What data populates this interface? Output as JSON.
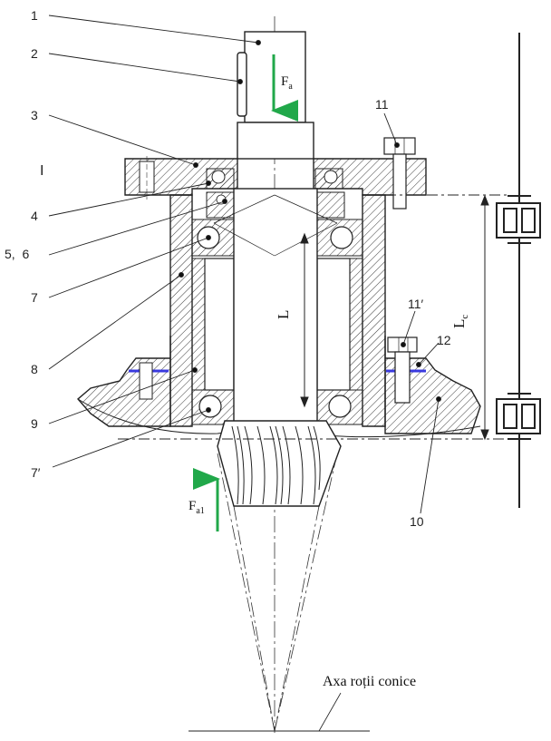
{
  "callouts": [
    {
      "id": "c1",
      "text": "1"
    },
    {
      "id": "c2",
      "text": "2"
    },
    {
      "id": "c3",
      "text": "3"
    },
    {
      "id": "c4",
      "text": "4"
    },
    {
      "id": "c56",
      "text": "5,  6"
    },
    {
      "id": "c7",
      "text": "7"
    },
    {
      "id": "c8",
      "text": "8"
    },
    {
      "id": "c9",
      "text": "9"
    },
    {
      "id": "c7p",
      "text": "7′"
    },
    {
      "id": "c10",
      "text": "10"
    },
    {
      "id": "c11",
      "text": "11"
    },
    {
      "id": "c11p",
      "text": "11′"
    },
    {
      "id": "c12",
      "text": "12"
    }
  ],
  "forces": {
    "fa_main": "F",
    "fa_sub": "a",
    "fa1_main": "F",
    "fa1_sub": "a1",
    "arrow_color": "#21a84a"
  },
  "dimensions": {
    "l_label": "L",
    "lc_main": "L",
    "lc_sub": "c"
  },
  "caption": "Axa roții conice",
  "colors": {
    "line": "#1a1a1a",
    "gasket": "#3a3adf"
  }
}
